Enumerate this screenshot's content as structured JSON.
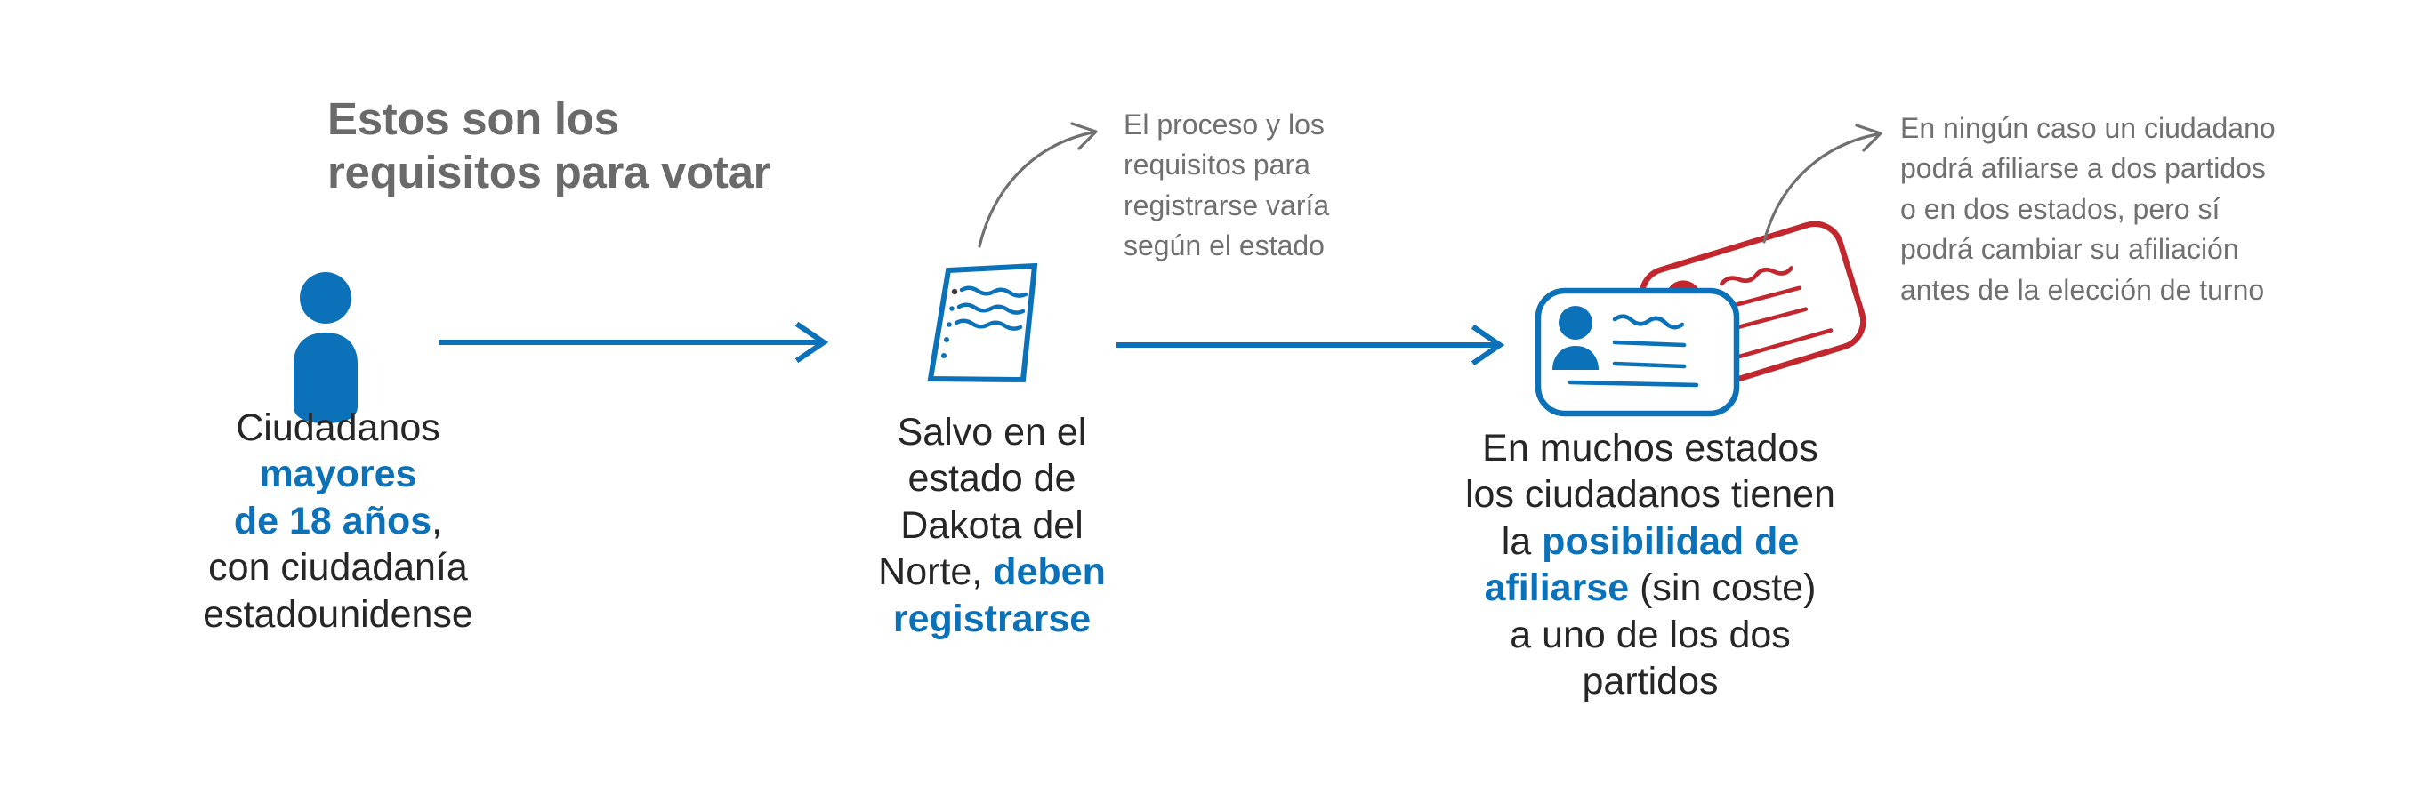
{
  "meta": {
    "background_color": "#ffffff",
    "accent_blue": "#0b72b9",
    "accent_red": "#c1272d",
    "title_gray": "#6a6a6a",
    "body_dark": "#262626",
    "annotation_gray": "#707070"
  },
  "headline": {
    "line1": "Estos son los",
    "line2": "requisitos para votar"
  },
  "steps": [
    {
      "id": "step-citizens",
      "icon": "person-icon",
      "caption_lines": [
        {
          "text": "Ciudadanos",
          "emphasis": false
        },
        {
          "text": "mayores",
          "emphasis": true
        },
        {
          "text": "de 18 años",
          "emphasis": true,
          "suffix": ","
        },
        {
          "text": "con ciudadanía",
          "emphasis": false
        },
        {
          "text": "estadounidense",
          "emphasis": false
        }
      ]
    },
    {
      "id": "step-register",
      "icon": "document-icon",
      "caption_lines": [
        {
          "text": "Salvo en el",
          "emphasis": false
        },
        {
          "text": "estado de",
          "emphasis": false
        },
        {
          "text": "Dakota del",
          "emphasis": false
        },
        {
          "prefix": "Norte, ",
          "text": "deben",
          "emphasis": true
        },
        {
          "text": "registrarse",
          "emphasis": true
        }
      ]
    },
    {
      "id": "step-affiliate",
      "icon": "id-cards-icon",
      "caption_lines": [
        {
          "text": "En muchos estados",
          "emphasis": false
        },
        {
          "text": "los ciudadanos tienen",
          "emphasis": false
        },
        {
          "prefix": "la ",
          "text": "posibilidad de",
          "emphasis": true
        },
        {
          "text": "afiliarse",
          "emphasis": true,
          "suffix": " (sin coste)"
        },
        {
          "text": "a uno de los dos",
          "emphasis": false
        },
        {
          "text": "partidos",
          "emphasis": false
        }
      ]
    }
  ],
  "annotations": [
    {
      "id": "annotation-register",
      "lines": [
        "El proceso y los",
        "requisitos para",
        "registrarse varía",
        "según el estado"
      ]
    },
    {
      "id": "annotation-affiliation",
      "lines": [
        "En ningún caso un ciudadano",
        "podrá afiliarse a dos partidos",
        "o en dos estados, pero sí",
        "podrá cambiar su afiliación",
        "antes de la elección de turno"
      ]
    }
  ],
  "connectors": [
    {
      "id": "flow-arrow-1",
      "kind": "straight-arrow-right",
      "color": "#0b72b9"
    },
    {
      "id": "flow-arrow-2",
      "kind": "straight-arrow-right",
      "color": "#0b72b9"
    },
    {
      "id": "callout-arrow-1",
      "kind": "curved-arrow",
      "color": "#707070"
    },
    {
      "id": "callout-arrow-2",
      "kind": "curved-arrow",
      "color": "#707070"
    }
  ]
}
